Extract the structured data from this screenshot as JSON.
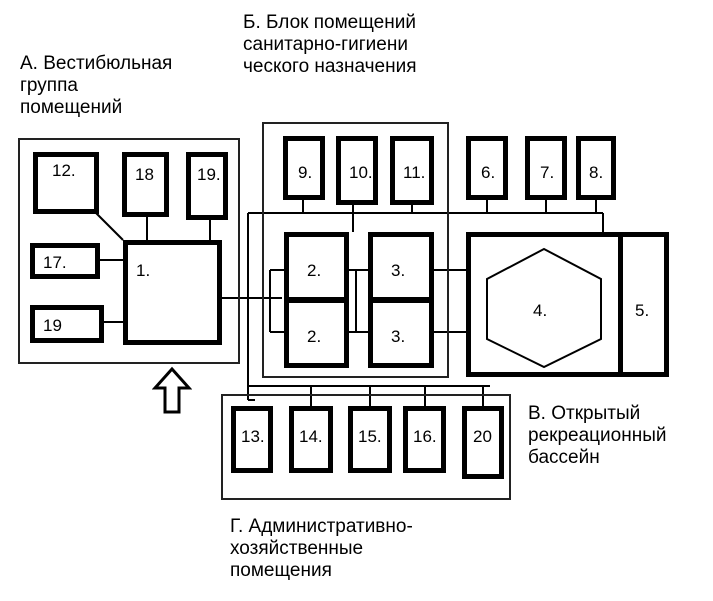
{
  "labels": {
    "group_a": "А. Вестибюльная\nгруппа\nпомещений",
    "group_b": "Б. Блок помещений\nсанитарно-гигиени\nческого назначения",
    "group_v": "В. Открытый\nрекреационный\nбассейн",
    "group_g": "Г. Административно-\nхозяйственные\nпомещения"
  },
  "rooms": {
    "r12": "12.",
    "r18": "18",
    "r19a": "19.",
    "r17": "17.",
    "r19b": "19",
    "r1": "1.",
    "r9": "9.",
    "r10": "10.",
    "r11": "11.",
    "r6": "6.",
    "r7": "7.",
    "r8": "8.",
    "r2a": "2.",
    "r2b": "2.",
    "r3a": "3.",
    "r3b": "3.",
    "r4": "4.",
    "r5": "5.",
    "r13": "13.",
    "r14": "14.",
    "r15": "15.",
    "r16": "16.",
    "r20": "20"
  },
  "icons": {
    "entrance": "arrow-up-outline-icon"
  },
  "colors": {
    "ink": "#000000",
    "background": "#ffffff"
  }
}
